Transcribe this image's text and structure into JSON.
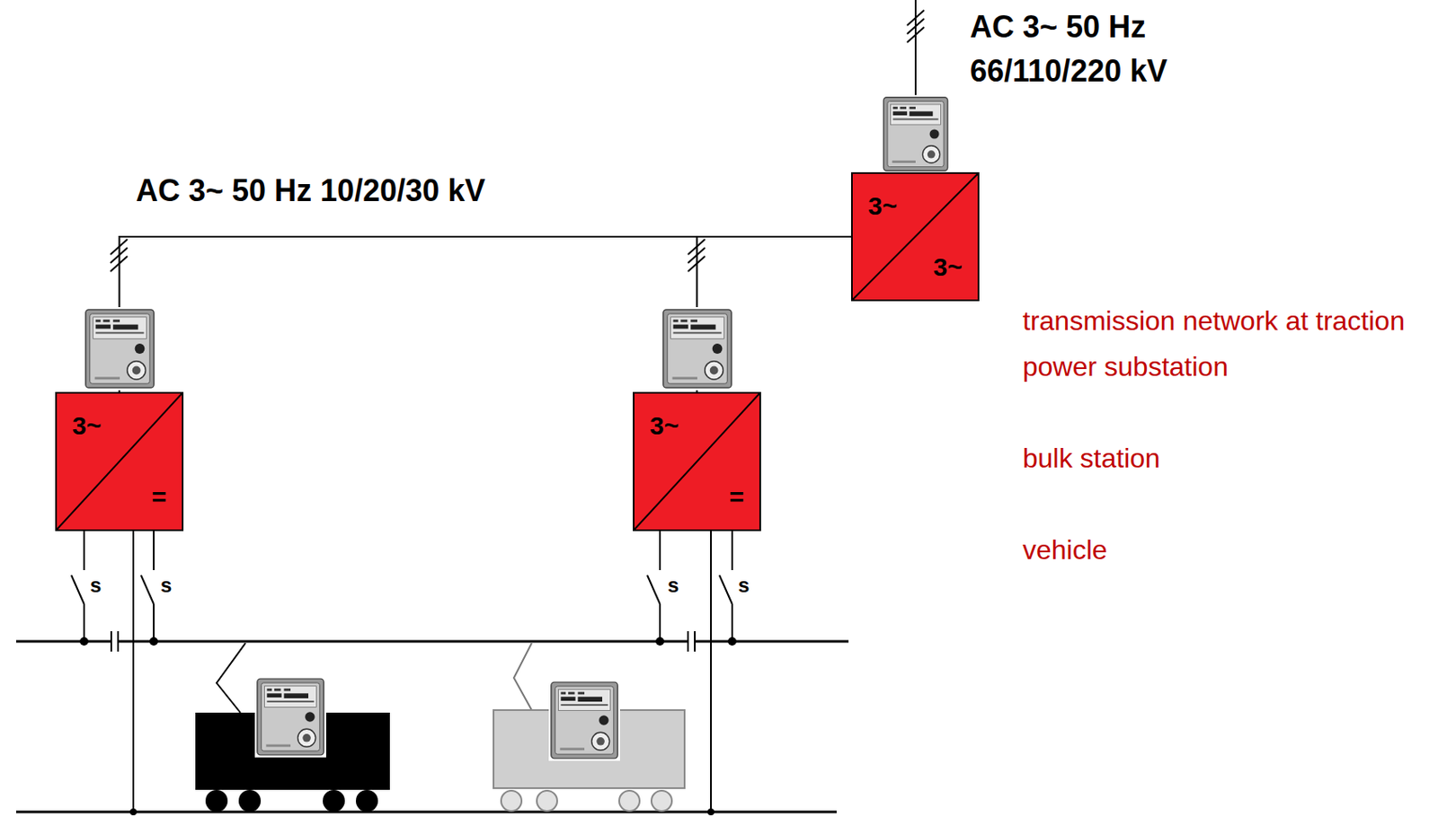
{
  "diagram": {
    "nodes": [
      {
        "text": [
          "3~",
          "3~"
        ]
      },
      {
        "text": [
          "3~",
          "="
        ]
      },
      {
        "text": [
          "3~",
          "="
        ]
      }
    ],
    "edges": [
      {
        "from": 0,
        "to": 1,
        "arrow": "none"
      },
      {
        "from": 0,
        "to": 2,
        "arrow": "none"
      }
    ],
    "labels": [
      "AC 3~ 50 Hz 66/110/220 kV",
      "AC 3~ 50 Hz 10/20/30 kV",
      "s",
      "s",
      "s",
      "s",
      "transmission network at traction power substation",
      "bulk station",
      "vehicle"
    ]
  }
}
